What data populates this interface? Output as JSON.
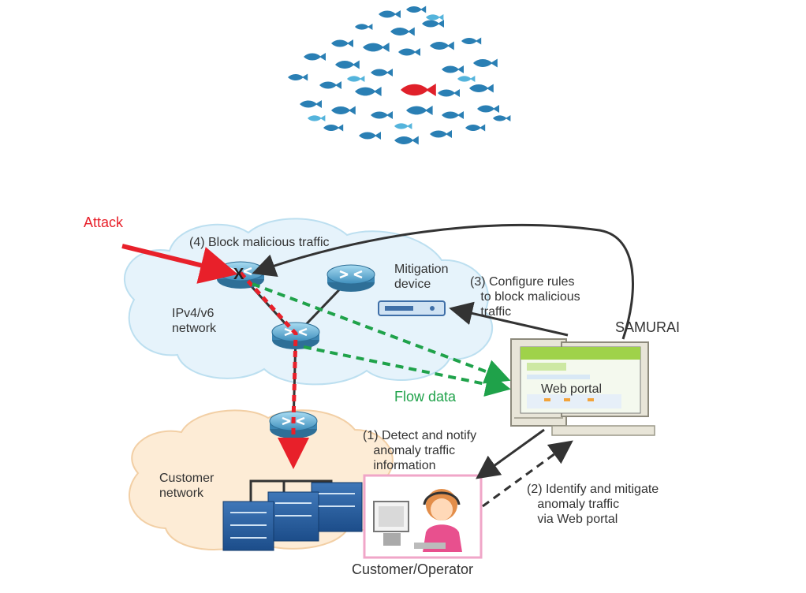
{
  "diagram": {
    "attack": "Attack",
    "step4": "(4) Block malicious traffic",
    "mitigation_device": "Mitigation\ndevice",
    "step3": "(3) Configure rules\n   to block malicious\n   traffic",
    "samurai": "SAMURAI",
    "ip_network": "IPv4/v6\nnetwork",
    "flow_data": "Flow data",
    "web_portal": "Web portal",
    "step1": "(1) Detect and notify\n   anomaly traffic\n   information",
    "customer_network": "Customer\nnetwork",
    "step2": "(2) Identify and mitigate\n   anomaly traffic\n   via Web portal",
    "operator": "Customer/Operator"
  },
  "colors": {
    "attack": "#e8202a",
    "flow": "#1fa24a",
    "cloud": "#e6f3fb",
    "customer_cloud": "#fdecd6",
    "router": "#5aa9cf",
    "fish_blue": "#2a7fb4",
    "fish_red": "#e0202a"
  }
}
